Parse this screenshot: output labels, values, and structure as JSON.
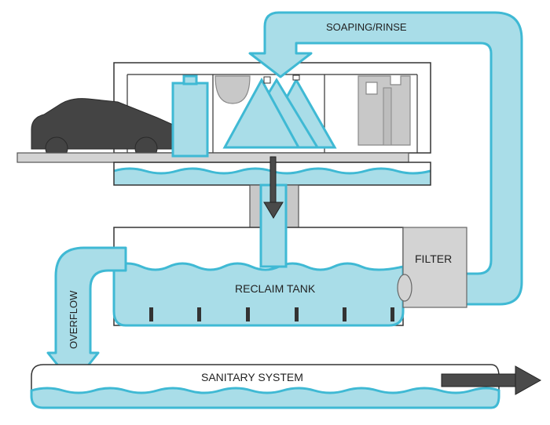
{
  "labels": {
    "soaping_rinse": "SOAPING/RINSE",
    "filter": "FILTER",
    "reclaim_tank": "RECLAIM TANK",
    "overflow": "OVERFLOW",
    "sanitary_system": "SANITARY SYSTEM"
  },
  "colors": {
    "water": "#a9dde8",
    "water_stroke": "#3fb9d4",
    "outline": "#333333",
    "gray_fill": "#c8c8c8",
    "dark": "#4a4a4a",
    "car": "#444444"
  },
  "icons": {
    "car": "car-icon",
    "brush": "brush-icon",
    "dryer": "dryer-icon",
    "flow_arrow": "arrow-icon"
  }
}
